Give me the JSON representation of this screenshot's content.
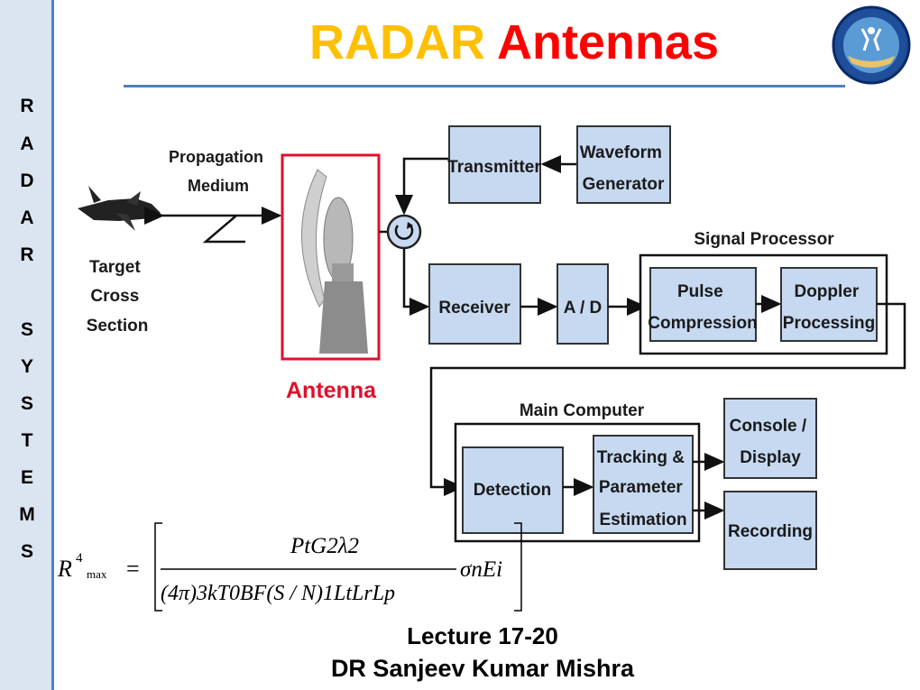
{
  "sidebar": {
    "letters": [
      "R",
      "A",
      "D",
      "A",
      "R",
      "S",
      "Y",
      "S",
      "T",
      "E",
      "M",
      "S"
    ]
  },
  "title": {
    "word1": "RADAR",
    "word2": "Antennas",
    "word1_color": "#ffc000",
    "word2_color": "#ff0000"
  },
  "logo": {
    "icon": "institute-logo-icon"
  },
  "diagram": {
    "propagation_medium": [
      "Propagation",
      "Medium"
    ],
    "target_label": [
      "Target",
      "Cross",
      "Section"
    ],
    "antenna_label": "Antenna",
    "transmitter": "Transmitter",
    "waveform_generator": [
      "Waveform",
      "Generator"
    ],
    "receiver": "Receiver",
    "ad": "A / D",
    "signal_processor": "Signal Processor",
    "pulse_compression": [
      "Pulse",
      "Compression"
    ],
    "doppler_processing": [
      "Doppler",
      "Processing"
    ],
    "main_computer": "Main Computer",
    "detection": "Detection",
    "tracking": [
      "Tracking &",
      "Parameter",
      "Estimation"
    ],
    "console": [
      "Console /",
      "Display"
    ],
    "recording": "Recording",
    "icons": [
      "aircraft-icon",
      "antenna-dish-icon",
      "circulator-icon"
    ]
  },
  "formula": {
    "lhs_R": "R",
    "lhs_exp": "4",
    "lhs_sub": "max",
    "equals": "=",
    "numerator": "PtG2λ2",
    "denominator": "(4π)3kT0BF(S / N)1LtLrLp",
    "trailing": "σnEi"
  },
  "footer": {
    "lecture": "Lecture 17-20",
    "author": "DR Sanjeev Kumar Mishra"
  }
}
